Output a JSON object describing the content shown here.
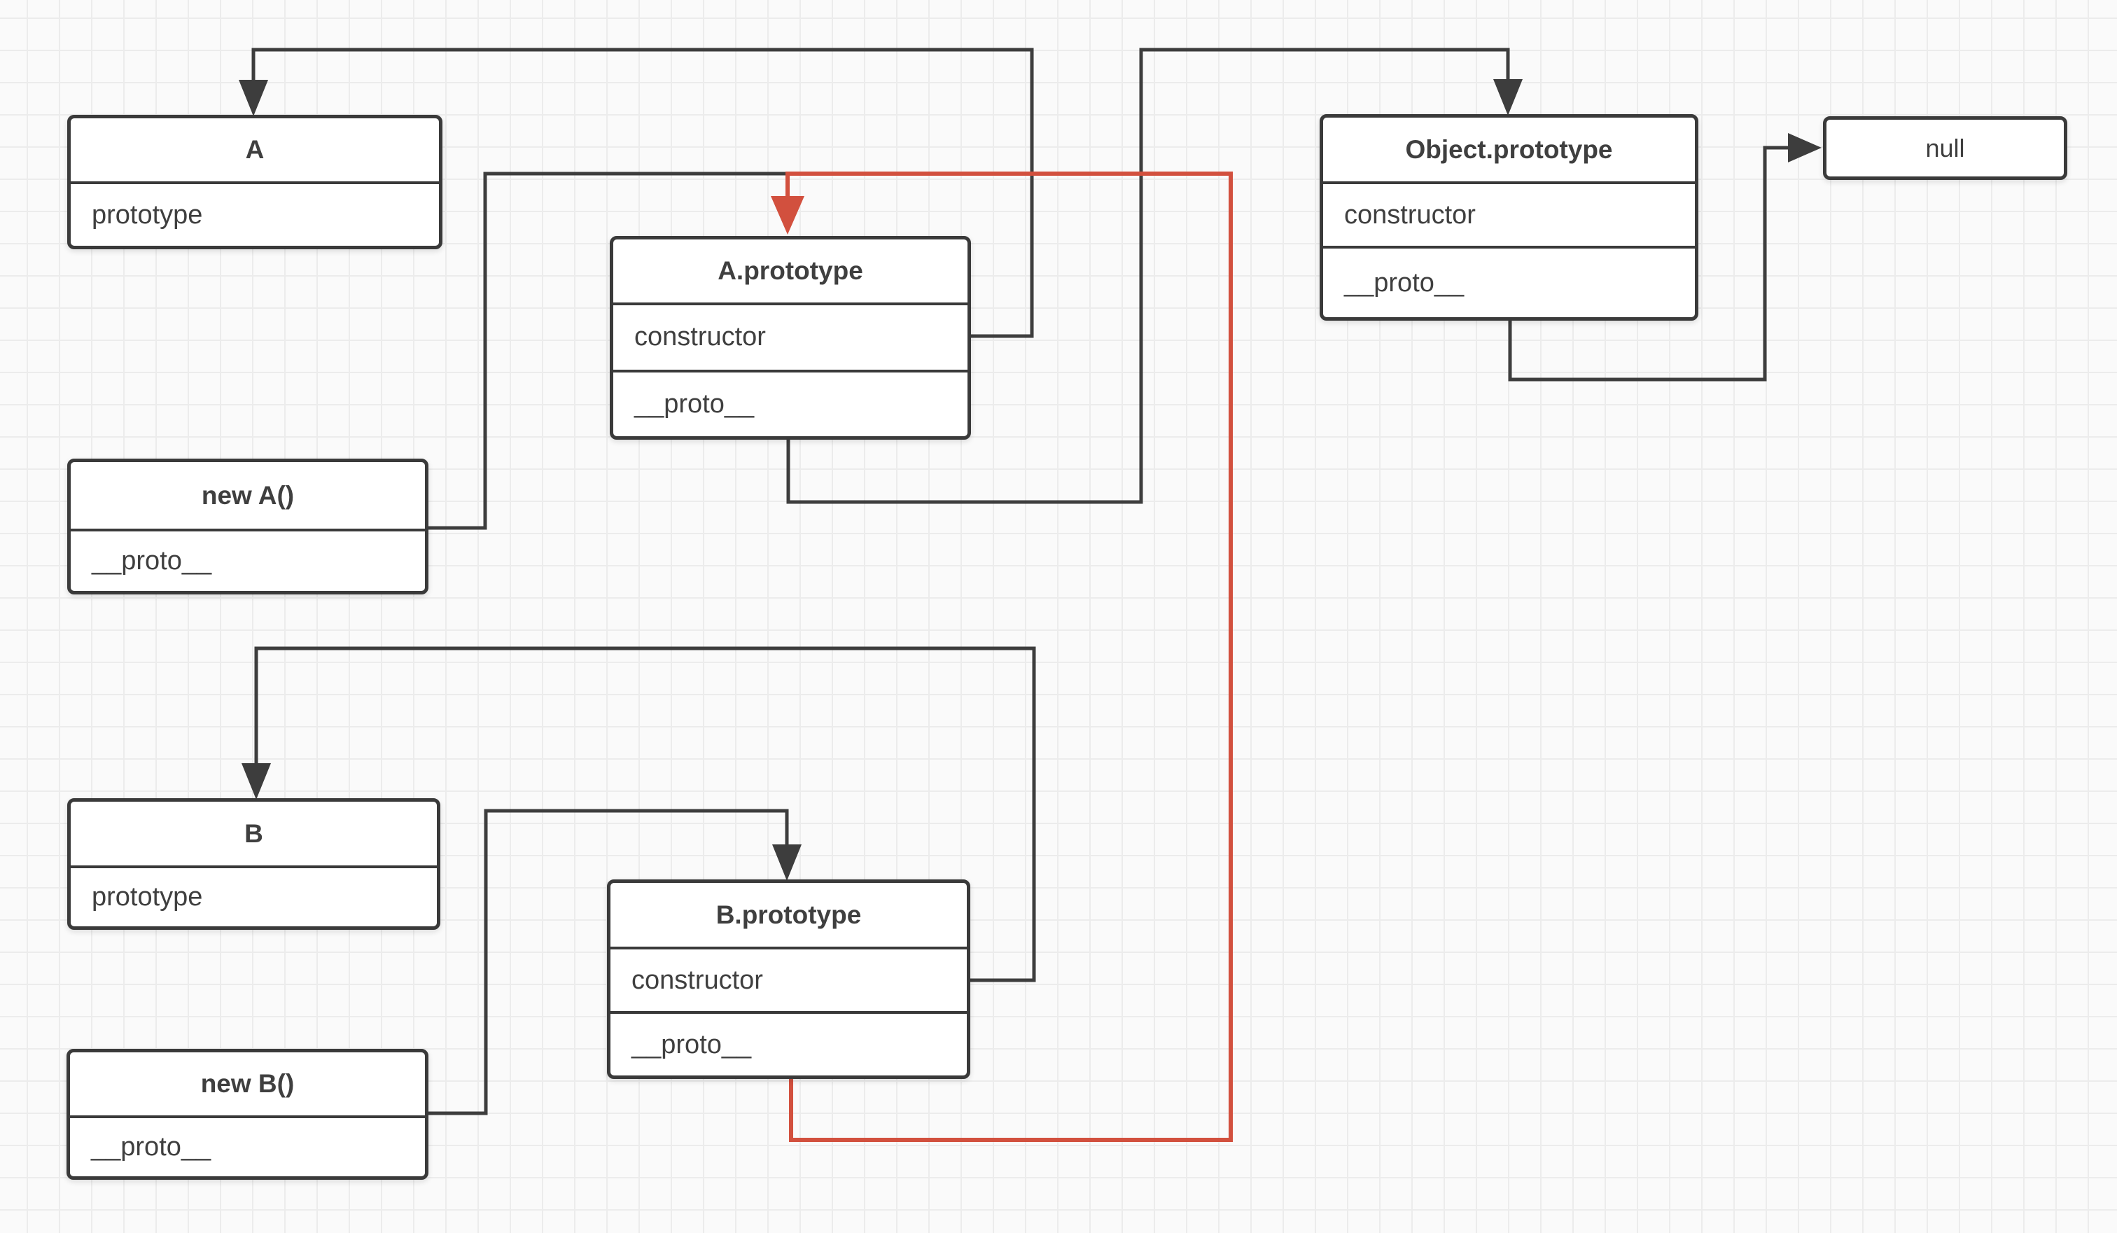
{
  "colors": {
    "stroke": "#3d3d3d",
    "highlight_stroke": "#d2503e",
    "node_fill": "#ffffff",
    "node_border": "#3a3a3a",
    "canvas_bg": "#fafafa",
    "grid_line": "#ececec",
    "text": "#3f3f3f"
  },
  "nodes": {
    "a": {
      "title": "A",
      "rows": [
        "prototype"
      ]
    },
    "a_prototype": {
      "title": "A.prototype",
      "rows": [
        "constructor",
        "__proto__"
      ]
    },
    "new_a": {
      "title": "new A()",
      "rows": [
        "__proto__"
      ]
    },
    "object_prototype": {
      "title": "Object.prototype",
      "rows": [
        "constructor",
        "__proto__"
      ]
    },
    "null_node": {
      "title": "null"
    },
    "b": {
      "title": "B",
      "rows": [
        "prototype"
      ]
    },
    "b_prototype": {
      "title": "B.prototype",
      "rows": [
        "constructor",
        "__proto__"
      ]
    },
    "new_b": {
      "title": "new B()",
      "rows": [
        "__proto__"
      ]
    }
  }
}
